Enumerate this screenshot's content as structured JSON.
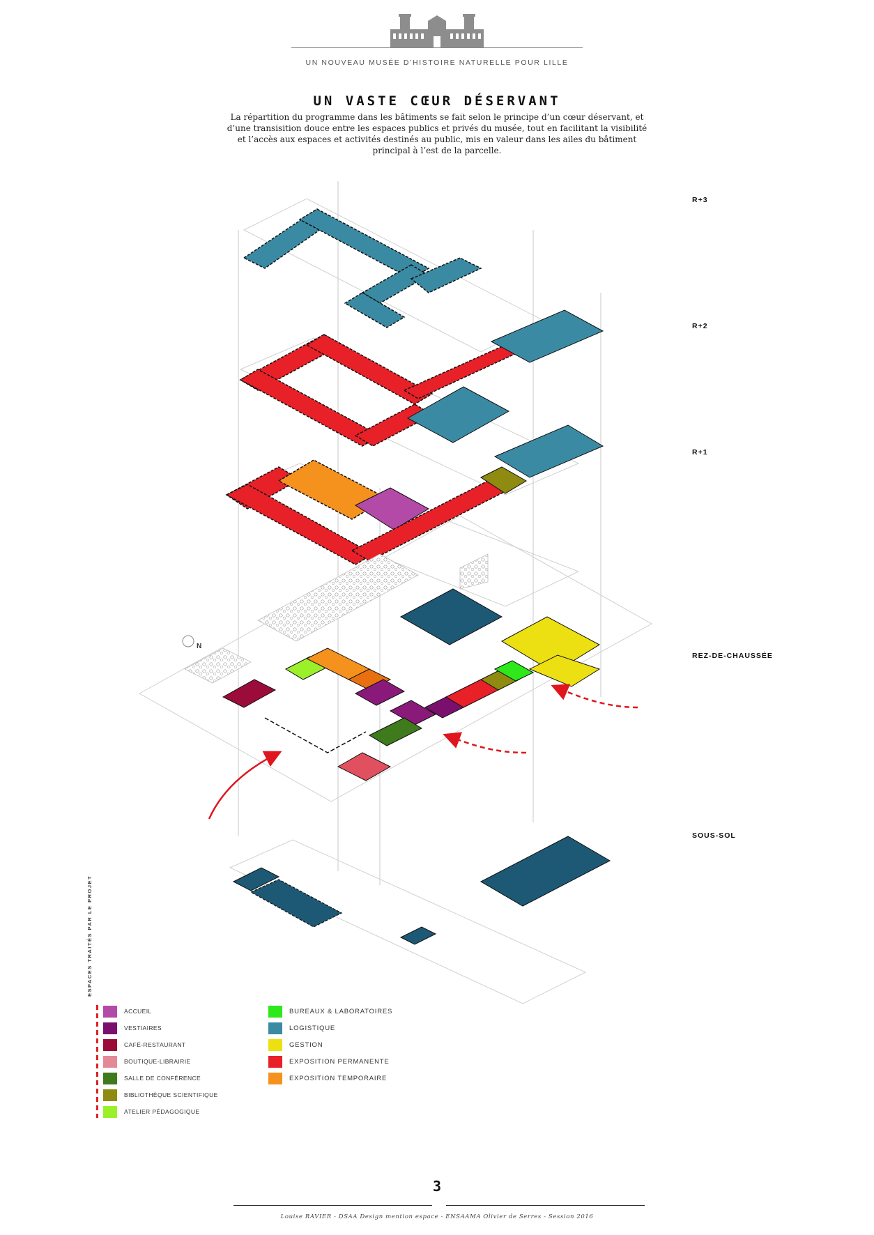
{
  "header": {
    "subtitle": "UN NOUVEAU MUSÉE D’HISTOIRE NATURELLE POUR LILLE",
    "logo_icon": "museum-building-silhouette-icon"
  },
  "title": "UN VASTE CŒUR DÉSERVANT",
  "intro": "La répartition du programme dans les bâtiments se fait selon le principe d’un cœur déservant, et d’une transisition douce entre les espaces publics et privés du musée, tout en facilitant la visibilité et l’accès aux espaces et activités destinés au public, mis en valeur dans les ailes du bâtiment principal à l’est de la parcelle.",
  "levels": {
    "r3": "R+3",
    "r2": "R+2",
    "r1": "R+1",
    "rdc": "REZ-DE-CHAUSSÉE",
    "ss": "SOUS-SOL"
  },
  "north_label": "N",
  "legend": {
    "vertical_label": "ESPACES TRAITÉS PAR LE PROJET",
    "col1": [
      {
        "label": "ACCUEIL",
        "color": "#b34aa8"
      },
      {
        "label": "VESTIAIRES",
        "color": "#7b0f6e"
      },
      {
        "label": "CAFÉ-RESTAURANT",
        "color": "#9c0c3a"
      },
      {
        "label": "BOUTIQUE-LIBRAIRIE",
        "color": "#e38a96"
      },
      {
        "label": "SALLE DE CONFÉRENCE",
        "color": "#3f7a1c"
      },
      {
        "label": "BIBLIOTHÈQUE SCIENTIFIQUE",
        "color": "#8f8a10"
      },
      {
        "label": "ATELIER PÉDAGOGIQUE",
        "color": "#9cf02a"
      }
    ],
    "col2": [
      {
        "label": "BUREAUX & LABORATOIRES",
        "color": "#2de81a"
      },
      {
        "label": "LOGISTIQUE",
        "color": "#3b8aa3"
      },
      {
        "label": "GESTION",
        "color": "#ece012"
      },
      {
        "label": "EXPOSITION PERMANENTE",
        "color": "#e82028"
      },
      {
        "label": "EXPOSITION TEMPORAIRE",
        "color": "#f5921e"
      }
    ]
  },
  "page_number": "3",
  "footer": "Louise RAVIER - DSAA Design mention espace - ENSAAMA Olivier de Serres - Session 2016"
}
